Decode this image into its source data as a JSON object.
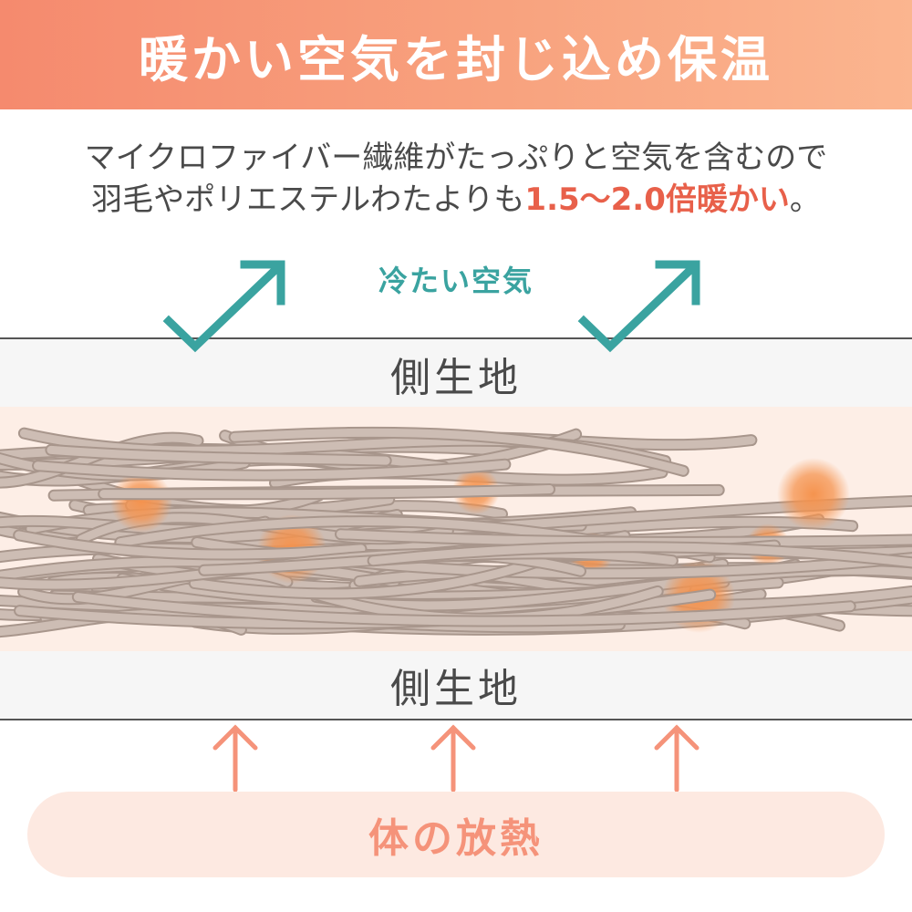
{
  "header": {
    "title": "暖かい空気を封じ込め保温"
  },
  "description": {
    "line1": "マイクロファイバー繊維がたっぷりと空気を含むので",
    "line2_prefix": "羽毛やポリエステルわたよりも",
    "line2_highlight": "1.5～2.0倍暖かい",
    "line2_suffix": "。"
  },
  "cold_air": {
    "label": "冷たい空気",
    "icon": "bounce-arrow-icon"
  },
  "fabric_top": {
    "label": "側生地"
  },
  "fabric_bottom": {
    "label": "側生地"
  },
  "fiber": {
    "icon": "microfiber-strands"
  },
  "body_heat": {
    "label": "体の放熱",
    "icon": "up-arrow-icon"
  },
  "colors": {
    "banner": "#f58a6e",
    "highlight": "#e8604a",
    "cold": "#3aa3a0",
    "warm_dot": "#f5934e",
    "heat_arrow": "#f5937a",
    "fiber": "#c8b6ac"
  }
}
